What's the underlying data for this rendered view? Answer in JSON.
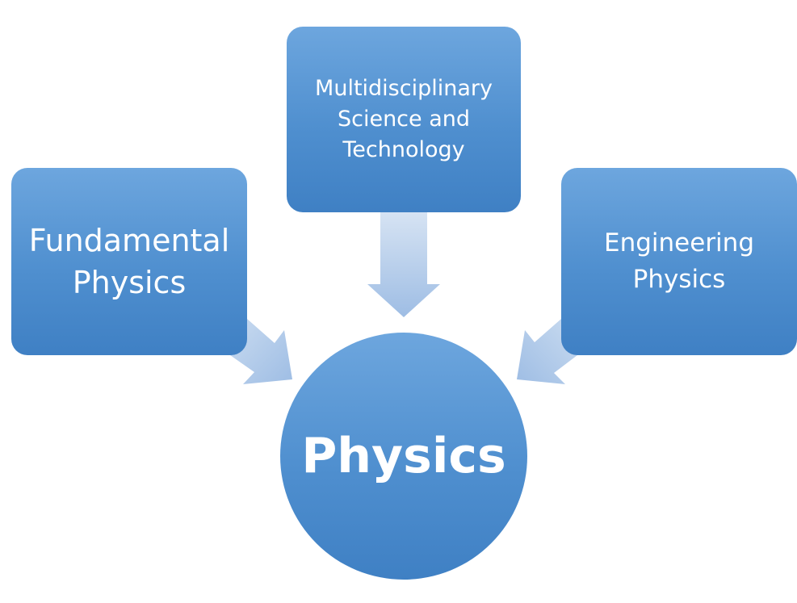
{
  "nodes": {
    "top": "Multidisciplinary Science and Technology",
    "left": "Fundamental Physics",
    "right": "Engineering Physics",
    "center": "Physics"
  },
  "edges": [
    {
      "from": "Multidisciplinary Science and Technology",
      "to": "Physics"
    },
    {
      "from": "Fundamental Physics",
      "to": "Physics"
    },
    {
      "from": "Engineering Physics",
      "to": "Physics"
    }
  ],
  "colors": {
    "node_fill_top": "#6da6de",
    "node_fill_bottom": "#3f80c4",
    "arrow_fill": "#a9c4e6",
    "text": "#ffffff"
  }
}
